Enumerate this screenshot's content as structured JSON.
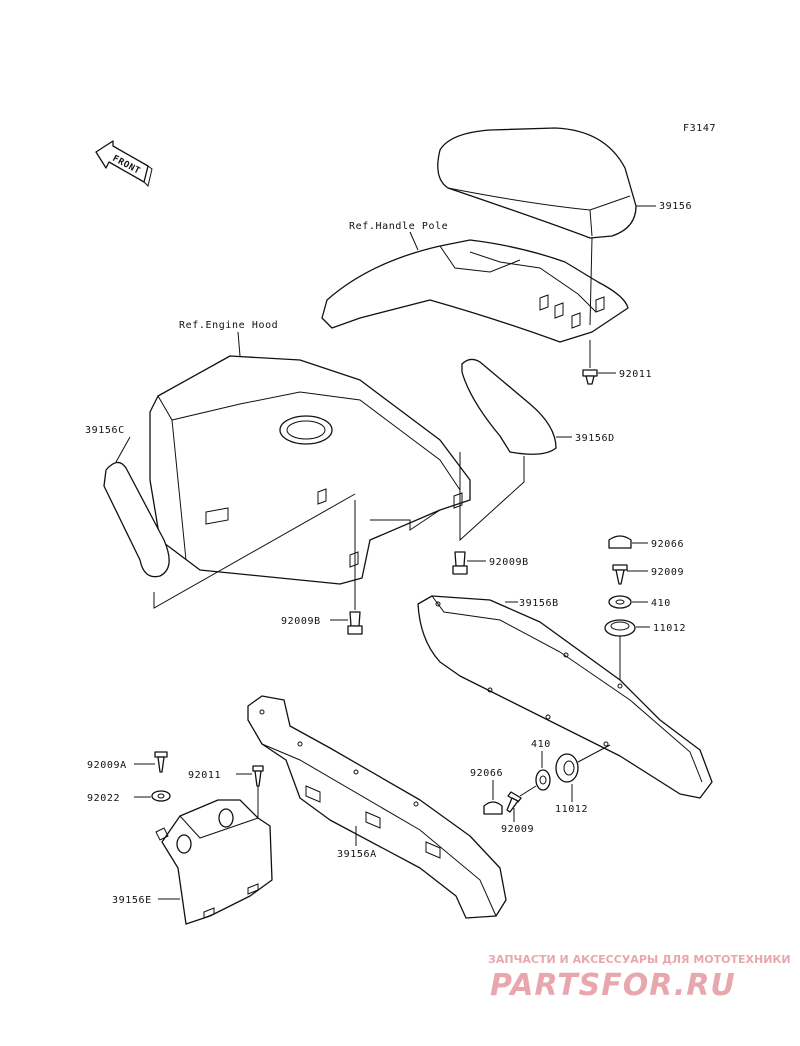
{
  "figure_code": "F3147",
  "front_arrow_text": "FRONT",
  "refs": {
    "handle_pole": "Ref.Handle Pole",
    "engine_hood": "Ref.Engine Hood"
  },
  "callouts": {
    "c39156": "39156",
    "c92011_top": "92011",
    "c39156D": "39156D",
    "c39156C": "39156C",
    "c92009B_right": "92009B",
    "c92009B_left": "92009B",
    "c92066_top": "92066",
    "c92009_top": "92009",
    "c410_top": "410",
    "c11012_top": "11012",
    "c39156B": "39156B",
    "c410_mid": "410",
    "c92066_mid": "92066",
    "c11012_mid": "11012",
    "c92009_mid": "92009",
    "c92009A": "92009A",
    "c92011_left": "92011",
    "c92022": "92022",
    "c39156A": "39156A",
    "c39156E": "39156E"
  },
  "watermark": {
    "tagline": "ЗАПЧАСТИ И АКСЕССУАРЫ ДЛЯ МОТОТЕХНИКИ",
    "brand": "PARTSFOR.RU",
    "color": "#e8a7ad"
  }
}
